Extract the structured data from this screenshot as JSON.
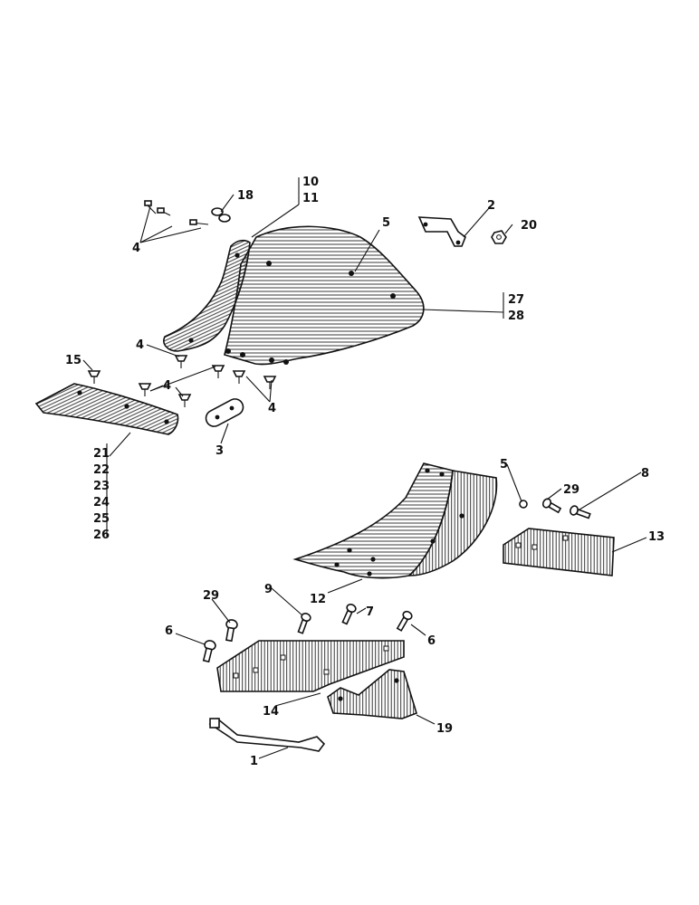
{
  "callouts": {
    "c1": "1",
    "c2": "2",
    "c3": "3",
    "c4a": "4",
    "c4b": "4",
    "c4c": "4",
    "c4d": "4",
    "c5a": "5",
    "c5b": "5",
    "c6a": "6",
    "c6b": "6",
    "c7": "7",
    "c8": "8",
    "c9": "9",
    "c10": "10",
    "c11": "11",
    "c12": "12",
    "c13": "13",
    "c14": "14",
    "c15": "15",
    "c18": "18",
    "c19": "19",
    "c20": "20",
    "c21": "21",
    "c22": "22",
    "c23": "23",
    "c24": "24",
    "c25": "25",
    "c26": "26",
    "c27": "27",
    "c28": "28",
    "c29a": "29",
    "c29b": "29"
  },
  "colors": {
    "ink": "#111111",
    "paper": "#ffffff"
  }
}
